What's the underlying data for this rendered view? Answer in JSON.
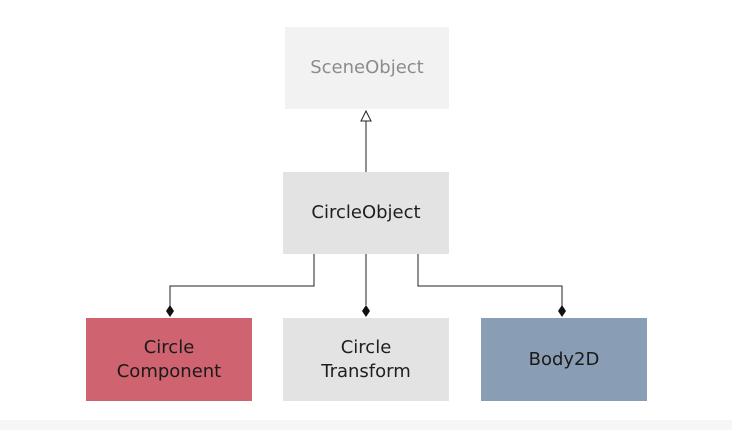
{
  "diagram": {
    "nodes": {
      "scene_object": "SceneObject",
      "circle_object": "CircleObject",
      "circle_component": "Circle\nComponent",
      "circle_transform": "Circle\nTransform",
      "body2d": "Body2D"
    },
    "edges": [
      {
        "from": "circle_object",
        "to": "scene_object",
        "type": "inheritance"
      },
      {
        "from": "circle_object",
        "to": "circle_component",
        "type": "composition"
      },
      {
        "from": "circle_object",
        "to": "circle_transform",
        "type": "composition"
      },
      {
        "from": "circle_object",
        "to": "body2d",
        "type": "composition"
      }
    ],
    "colors": {
      "scene_object_fill": "#f2f2f2",
      "circle_object_fill": "#e3e3e3",
      "circle_component_fill": "#cf636f",
      "circle_transform_fill": "#e3e3e3",
      "body2d_fill": "#899db5",
      "line": "#222222"
    }
  }
}
